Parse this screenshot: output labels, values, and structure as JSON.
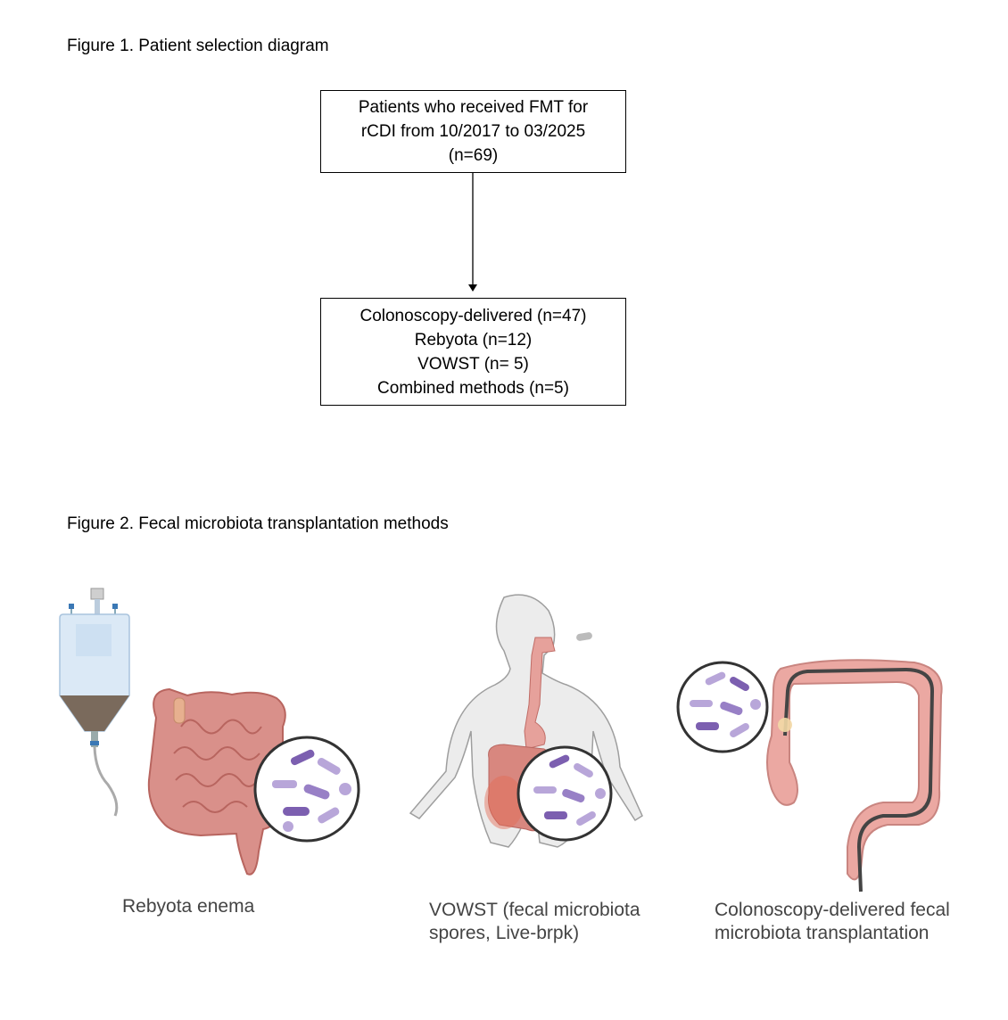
{
  "figure1": {
    "title": "Figure 1. Patient selection diagram",
    "top_box": {
      "lines": [
        "Patients who received FMT for",
        "rCDI from 10/2017 to 03/2025",
        "(n=69)"
      ]
    },
    "bottom_box": {
      "lines": [
        "Colonoscopy-delivered (n=47)",
        "Rebyota (n=12)",
        "VOWST (n= 5)",
        "Combined methods (n=5)"
      ]
    }
  },
  "figure2": {
    "title": "Figure 2. Fecal microbiota transplantation methods",
    "panels": [
      {
        "caption_lines": [
          "Rebyota enema"
        ]
      },
      {
        "caption_lines": [
          "VOWST (fecal microbiota",
          "spores, Live-brpk)"
        ]
      },
      {
        "caption_lines": [
          "Colonoscopy-delivered fecal",
          "microbiota transplantation"
        ]
      }
    ]
  },
  "colors": {
    "intestine": "#d9908a",
    "intestine_dark": "#b8655f",
    "microbe": "#b8a6d9",
    "microbe_dark": "#7c5fb0",
    "body_outline": "#9e9e9e",
    "scope": "#444444"
  }
}
